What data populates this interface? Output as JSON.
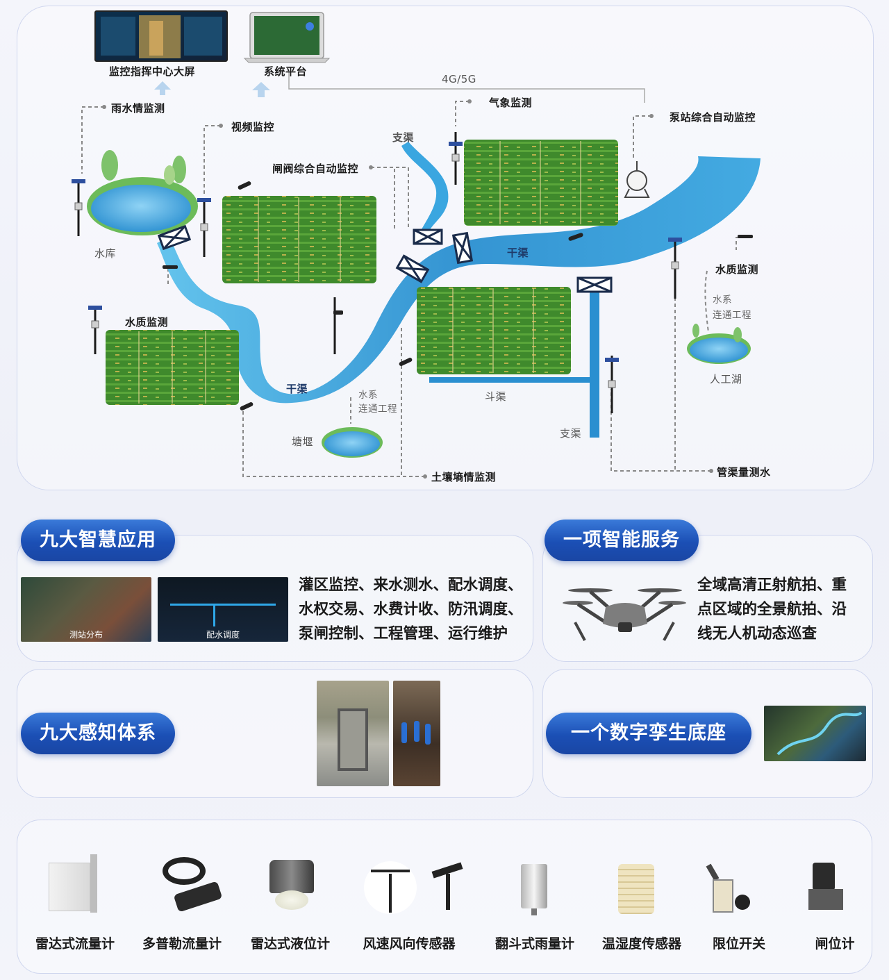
{
  "diagram": {
    "screens": {
      "command_center": "监控指挥中心大屏",
      "platform": "系统平台"
    },
    "network": "4G/5G",
    "monitors": {
      "rain_water": "雨水情监测",
      "video": "视频监控",
      "gate": "闸阀综合自动监控",
      "weather": "气象监测",
      "pump": "泵站综合自动监控",
      "water_quality_right": "水质监测",
      "water_quality_left": "水质监测",
      "soil": "土壤墒情监测",
      "pipe": "管渠量测水"
    },
    "places": {
      "reservoir": "水库",
      "pond": "塘堰",
      "lake": "人工湖",
      "connection_right_1": "水系",
      "connection_right_2": "连通工程",
      "connection_left_1": "水系",
      "connection_left_2": "连通工程"
    },
    "canals": {
      "branch_top": "支渠",
      "main_right": "干渠",
      "main_left": "干渠",
      "lateral": "斗渠",
      "branch_bottom": "支渠"
    }
  },
  "sections": {
    "apps": {
      "title": "九大智慧应用",
      "text": [
        "灌区监控、来水测水、配水调度、",
        "水权交易、水费计收、防汛调度、",
        "泵闸控制、工程管理、运行维护"
      ],
      "thumb1_caption": "测站分布",
      "thumb2_caption": "配水调度"
    },
    "service": {
      "title": "一项智能服务",
      "text": [
        "全域高清正射航拍、重",
        "点区域的全景航拍、沿",
        "线无人机动态巡查"
      ]
    },
    "perception": {
      "title": "九大感知体系"
    },
    "twin": {
      "title": "一个数字孪生底座"
    }
  },
  "devices": [
    "雷达式流量计",
    "多普勒流量计",
    "雷达式液位计",
    "风速风向传感器",
    "翻斗式雨量计",
    "温湿度传感器",
    "限位开关",
    "闸位计"
  ],
  "colors": {
    "water": "#2a8fd0",
    "pill": "#1b4fb5",
    "field": "#3f8a2c"
  }
}
